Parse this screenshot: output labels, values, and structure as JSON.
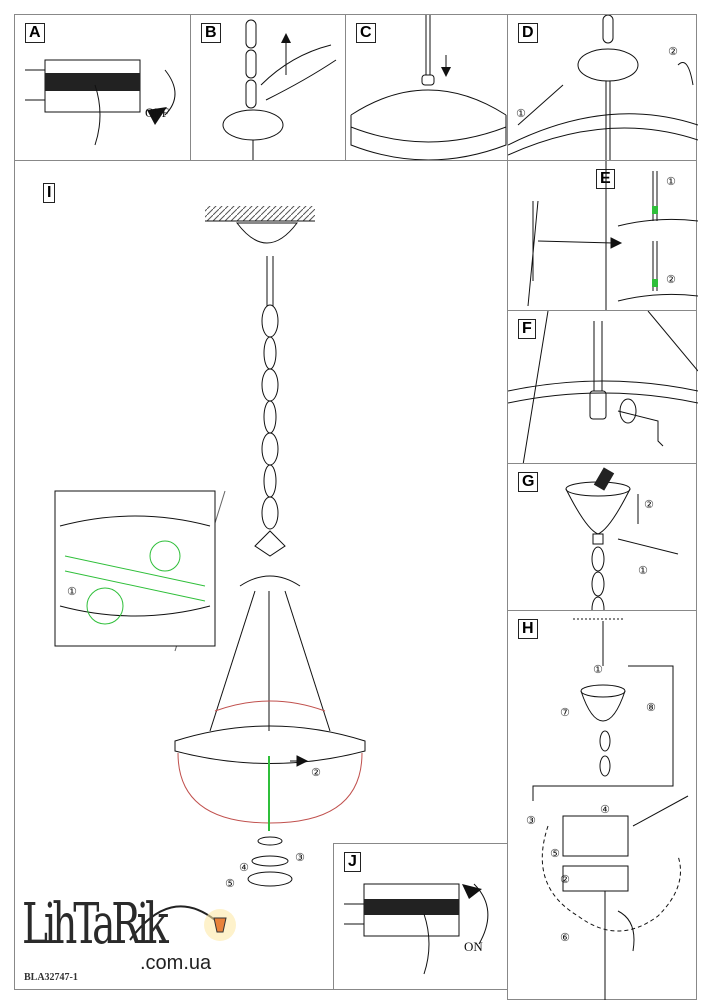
{
  "panels": {
    "a": {
      "label": "A",
      "action": "OFF"
    },
    "b": {
      "label": "B"
    },
    "c": {
      "label": "C"
    },
    "d": {
      "label": "D",
      "steps": [
        "①",
        "②"
      ]
    },
    "e": {
      "label": "E",
      "steps": [
        "①",
        "②"
      ]
    },
    "f": {
      "label": "F"
    },
    "g": {
      "label": "G",
      "steps": [
        "②",
        "①"
      ]
    },
    "h": {
      "label": "H",
      "steps": [
        "①",
        "⑦",
        "⑧",
        "③",
        "④",
        "⑤",
        "②",
        "⑥"
      ]
    },
    "i": {
      "label": "I",
      "steps": [
        "①",
        "②",
        "③",
        "④",
        "⑤"
      ]
    },
    "j": {
      "label": "J",
      "action": "ON"
    }
  },
  "footer": {
    "code": "BLA32747-1",
    "logo": "LihTaRik",
    "domain": ".com.ua"
  },
  "colors": {
    "green": "#2fbf3a",
    "red": "#c0504d",
    "line": "#111111"
  }
}
